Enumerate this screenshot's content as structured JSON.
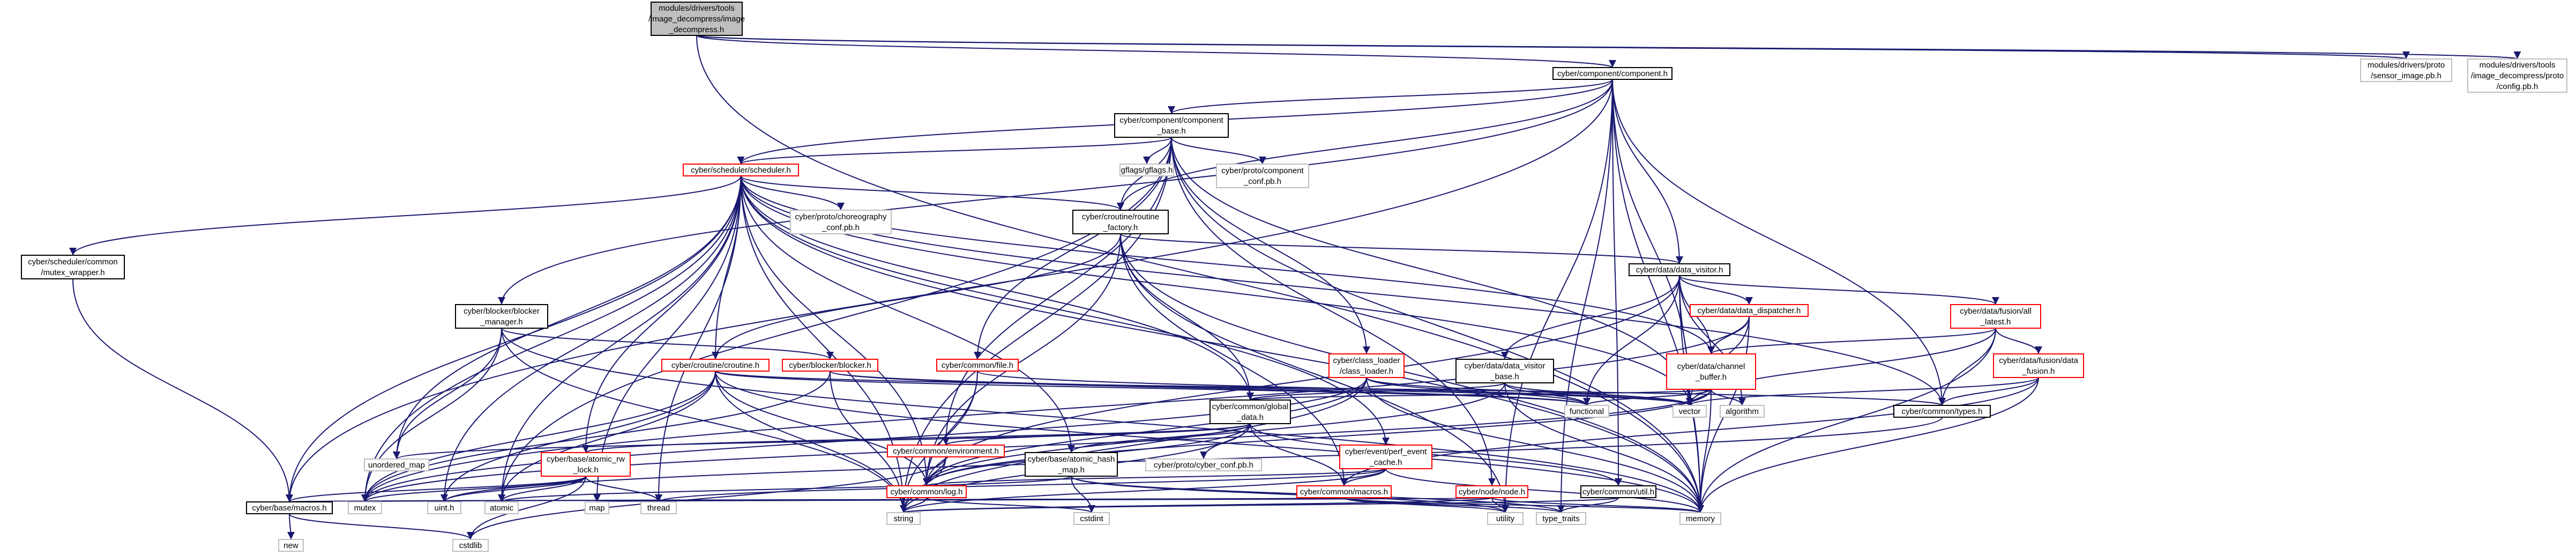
{
  "colors": {
    "edge": "#191970",
    "root_fill": "#bfbfbf",
    "root_stroke": "#000000",
    "normal_stroke": "#000000",
    "expandable_stroke": "#ff0000",
    "external_stroke": "#bfbfbf",
    "text": "#000000"
  },
  "nodes": [
    {
      "id": "root",
      "lines": [
        "modules/drivers/tools",
        "/image_decompress/image",
        "_decompress.h"
      ],
      "kind": "root"
    },
    {
      "id": "component",
      "lines": [
        "cyber/component/component.h"
      ],
      "kind": "normal"
    },
    {
      "id": "sensor_image",
      "lines": [
        "modules/drivers/proto",
        "/sensor_image.pb.h"
      ],
      "kind": "external"
    },
    {
      "id": "img_config",
      "lines": [
        "modules/drivers/tools",
        "/image_decompress/proto",
        "/config.pb.h"
      ],
      "kind": "external"
    },
    {
      "id": "component_base",
      "lines": [
        "cyber/component/component",
        "_base.h"
      ],
      "kind": "normal"
    },
    {
      "id": "gflags",
      "lines": [
        "gflags/gflags.h"
      ],
      "kind": "external"
    },
    {
      "id": "component_conf",
      "lines": [
        "cyber/proto/component",
        "_conf.pb.h"
      ],
      "kind": "external"
    },
    {
      "id": "scheduler",
      "lines": [
        "cyber/scheduler/scheduler.h"
      ],
      "kind": "expandable"
    },
    {
      "id": "choreography",
      "lines": [
        "cyber/proto/choreography",
        "_conf.pb.h"
      ],
      "kind": "external"
    },
    {
      "id": "routine_factory",
      "lines": [
        "cyber/croutine/routine",
        "_factory.h"
      ],
      "kind": "normal"
    },
    {
      "id": "mutex_wrapper",
      "lines": [
        "cyber/scheduler/common",
        "/mutex_wrapper.h"
      ],
      "kind": "normal"
    },
    {
      "id": "blocker_manager",
      "lines": [
        "cyber/blocker/blocker",
        "_manager.h"
      ],
      "kind": "normal"
    },
    {
      "id": "data_visitor",
      "lines": [
        "cyber/data/data_visitor.h"
      ],
      "kind": "normal"
    },
    {
      "id": "data_dispatcher",
      "lines": [
        "cyber/data/data_dispatcher.h"
      ],
      "kind": "expandable"
    },
    {
      "id": "fusion_all_latest",
      "lines": [
        "cyber/data/fusion/all",
        "_latest.h"
      ],
      "kind": "expandable"
    },
    {
      "id": "croutine",
      "lines": [
        "cyber/croutine/croutine.h"
      ],
      "kind": "expandable"
    },
    {
      "id": "blocker",
      "lines": [
        "cyber/blocker/blocker.h"
      ],
      "kind": "expandable"
    },
    {
      "id": "file",
      "lines": [
        "cyber/common/file.h"
      ],
      "kind": "expandable"
    },
    {
      "id": "class_loader",
      "lines": [
        "cyber/class_loader",
        "/class_loader.h"
      ],
      "kind": "expandable"
    },
    {
      "id": "data_visitor_base",
      "lines": [
        "cyber/data/data_visitor",
        "_base.h"
      ],
      "kind": "normal"
    },
    {
      "id": "channel_buffer",
      "lines": [
        "cyber/data/channel",
        "_buffer.h"
      ],
      "kind": "expandable"
    },
    {
      "id": "data_fusion",
      "lines": [
        "cyber/data/fusion/data",
        "_fusion.h"
      ],
      "kind": "expandable"
    },
    {
      "id": "global_data",
      "lines": [
        "cyber/common/global",
        "_data.h"
      ],
      "kind": "normal"
    },
    {
      "id": "functional",
      "lines": [
        "functional"
      ],
      "kind": "external"
    },
    {
      "id": "vector",
      "lines": [
        "vector"
      ],
      "kind": "external"
    },
    {
      "id": "algorithm",
      "lines": [
        "algorithm"
      ],
      "kind": "external"
    },
    {
      "id": "types",
      "lines": [
        "cyber/common/types.h"
      ],
      "kind": "normal"
    },
    {
      "id": "environment",
      "lines": [
        "cyber/common/environment.h"
      ],
      "kind": "expandable"
    },
    {
      "id": "perf_event",
      "lines": [
        "cyber/event/perf_event",
        "_cache.h"
      ],
      "kind": "expandable"
    },
    {
      "id": "unordered_map",
      "lines": [
        "unordered_map"
      ],
      "kind": "external"
    },
    {
      "id": "atomic_rw_lock",
      "lines": [
        "cyber/base/atomic_rw",
        "_lock.h"
      ],
      "kind": "expandable"
    },
    {
      "id": "atomic_hash_map",
      "lines": [
        "cyber/base/atomic_hash",
        "_map.h"
      ],
      "kind": "normal"
    },
    {
      "id": "cyber_conf",
      "lines": [
        "cyber/proto/cyber_conf.pb.h"
      ],
      "kind": "external"
    },
    {
      "id": "log",
      "lines": [
        "cyber/common/log.h"
      ],
      "kind": "expandable"
    },
    {
      "id": "node",
      "lines": [
        "cyber/node/node.h"
      ],
      "kind": "expandable"
    },
    {
      "id": "util",
      "lines": [
        "cyber/common/util.h"
      ],
      "kind": "normal"
    },
    {
      "id": "common_macros",
      "lines": [
        "cyber/common/macros.h"
      ],
      "kind": "expandable"
    },
    {
      "id": "mutex",
      "lines": [
        "mutex"
      ],
      "kind": "external"
    },
    {
      "id": "uint_h",
      "lines": [
        "uint.h"
      ],
      "kind": "external"
    },
    {
      "id": "atomic",
      "lines": [
        "atomic"
      ],
      "kind": "external"
    },
    {
      "id": "map",
      "lines": [
        "map"
      ],
      "kind": "external"
    },
    {
      "id": "thread",
      "lines": [
        "thread"
      ],
      "kind": "external"
    },
    {
      "id": "string",
      "lines": [
        "string"
      ],
      "kind": "external"
    },
    {
      "id": "cstdint",
      "lines": [
        "cstdint"
      ],
      "kind": "external"
    },
    {
      "id": "utility",
      "lines": [
        "utility"
      ],
      "kind": "external"
    },
    {
      "id": "type_traits",
      "lines": [
        "type_traits"
      ],
      "kind": "external"
    },
    {
      "id": "memory",
      "lines": [
        "memory"
      ],
      "kind": "external"
    },
    {
      "id": "base_macros",
      "lines": [
        "cyber/base/macros.h"
      ],
      "kind": "normal"
    },
    {
      "id": "new",
      "lines": [
        "new"
      ],
      "kind": "external"
    },
    {
      "id": "cstdlib",
      "lines": [
        "cstdlib"
      ],
      "kind": "external"
    }
  ],
  "edges": [
    [
      "root",
      "component"
    ],
    [
      "root",
      "sensor_image"
    ],
    [
      "root",
      "img_config"
    ],
    [
      "root",
      "memory"
    ],
    [
      "component",
      "component_base"
    ],
    [
      "component",
      "scheduler"
    ],
    [
      "component",
      "routine_factory"
    ],
    [
      "component",
      "blocker_manager"
    ],
    [
      "component",
      "data_visitor"
    ],
    [
      "component",
      "types"
    ],
    [
      "component",
      "util"
    ],
    [
      "component",
      "vector"
    ],
    [
      "component",
      "memory"
    ],
    [
      "component",
      "type_traits"
    ],
    [
      "component",
      "base_macros"
    ],
    [
      "component",
      "utility"
    ],
    [
      "component_base",
      "gflags"
    ],
    [
      "component_base",
      "component_conf"
    ],
    [
      "component_base",
      "scheduler"
    ],
    [
      "component_base",
      "routine_factory"
    ],
    [
      "component_base",
      "file"
    ],
    [
      "component_base",
      "class_loader"
    ],
    [
      "component_base",
      "environment"
    ],
    [
      "component_base",
      "node"
    ],
    [
      "component_base",
      "vector"
    ],
    [
      "component_base",
      "memory"
    ],
    [
      "component_base",
      "string"
    ],
    [
      "component_base",
      "atomic"
    ],
    [
      "scheduler",
      "choreography"
    ],
    [
      "scheduler",
      "routine_factory"
    ],
    [
      "scheduler",
      "mutex_wrapper"
    ],
    [
      "scheduler",
      "croutine"
    ],
    [
      "scheduler",
      "global_data"
    ],
    [
      "scheduler",
      "atomic_hash_map"
    ],
    [
      "scheduler",
      "atomic_rw_lock"
    ],
    [
      "scheduler",
      "perf_event"
    ],
    [
      "scheduler",
      "log"
    ],
    [
      "scheduler",
      "types"
    ],
    [
      "scheduler",
      "channel_buffer"
    ],
    [
      "scheduler",
      "unordered_map"
    ],
    [
      "scheduler",
      "mutex"
    ],
    [
      "scheduler",
      "uint_h"
    ],
    [
      "scheduler",
      "atomic"
    ],
    [
      "scheduler",
      "map"
    ],
    [
      "scheduler",
      "thread"
    ],
    [
      "scheduler",
      "string"
    ],
    [
      "scheduler",
      "vector"
    ],
    [
      "scheduler",
      "memory"
    ],
    [
      "scheduler",
      "base_macros"
    ],
    [
      "routine_factory",
      "croutine"
    ],
    [
      "routine_factory",
      "data_visitor"
    ],
    [
      "routine_factory",
      "global_data"
    ],
    [
      "routine_factory",
      "log"
    ],
    [
      "routine_factory",
      "common_macros"
    ],
    [
      "routine_factory",
      "event_cache_dummy"
    ],
    [
      "routine_factory",
      "utility"
    ],
    [
      "routine_factory",
      "memory"
    ],
    [
      "mutex_wrapper",
      "base_macros"
    ],
    [
      "blocker_manager",
      "blocker"
    ],
    [
      "blocker_manager",
      "unordered_map"
    ],
    [
      "blocker_manager",
      "mutex"
    ],
    [
      "blocker_manager",
      "string"
    ],
    [
      "blocker_manager",
      "memory"
    ],
    [
      "data_visitor",
      "data_dispatcher"
    ],
    [
      "data_visitor",
      "fusion_all_latest"
    ],
    [
      "data_visitor",
      "data_visitor_base"
    ],
    [
      "data_visitor",
      "channel_buffer"
    ],
    [
      "data_visitor",
      "log"
    ],
    [
      "data_visitor",
      "vector"
    ],
    [
      "data_visitor",
      "algorithm"
    ],
    [
      "data_visitor",
      "functional"
    ],
    [
      "data_visitor",
      "memory"
    ],
    [
      "data_dispatcher",
      "channel_buffer"
    ],
    [
      "data_dispatcher",
      "vector"
    ],
    [
      "data_dispatcher",
      "memory"
    ],
    [
      "data_dispatcher",
      "mutex"
    ],
    [
      "fusion_all_latest",
      "data_fusion"
    ],
    [
      "fusion_all_latest",
      "channel_buffer"
    ],
    [
      "fusion_all_latest",
      "types"
    ],
    [
      "fusion_all_latest",
      "vector"
    ],
    [
      "fusion_all_latest",
      "memory"
    ],
    [
      "croutine",
      "log"
    ],
    [
      "croutine",
      "types"
    ],
    [
      "croutine",
      "atomic"
    ],
    [
      "croutine",
      "uint_h"
    ],
    [
      "croutine",
      "mutex"
    ],
    [
      "croutine",
      "functional"
    ],
    [
      "croutine",
      "string"
    ],
    [
      "croutine",
      "memory"
    ],
    [
      "blocker",
      "functional"
    ],
    [
      "blocker",
      "list_dummy"
    ],
    [
      "blocker",
      "mutex"
    ],
    [
      "blocker",
      "string"
    ],
    [
      "blocker",
      "vector"
    ],
    [
      "file",
      "log"
    ],
    [
      "file",
      "string"
    ],
    [
      "file",
      "vector"
    ],
    [
      "class_loader",
      "log"
    ],
    [
      "class_loader",
      "functional"
    ],
    [
      "class_loader",
      "vector"
    ],
    [
      "class_loader",
      "memory"
    ],
    [
      "class_loader",
      "string"
    ],
    [
      "class_loader",
      "mutex"
    ],
    [
      "data_visitor_base",
      "global_data"
    ],
    [
      "data_visitor_base",
      "log"
    ],
    [
      "data_visitor_base",
      "functional"
    ],
    [
      "data_visitor_base",
      "vector"
    ],
    [
      "data_visitor_base",
      "memory"
    ],
    [
      "channel_buffer",
      "global_data"
    ],
    [
      "channel_buffer",
      "log"
    ],
    [
      "channel_buffer",
      "functional"
    ],
    [
      "channel_buffer",
      "vector"
    ],
    [
      "channel_buffer",
      "algorithm"
    ],
    [
      "channel_buffer",
      "memory"
    ],
    [
      "channel_buffer",
      "mutex"
    ],
    [
      "data_fusion",
      "types"
    ],
    [
      "data_fusion",
      "vector"
    ],
    [
      "data_fusion",
      "memory"
    ],
    [
      "data_fusion",
      "common_macros"
    ],
    [
      "global_data",
      "unordered_map"
    ],
    [
      "global_data",
      "atomic_hash_map"
    ],
    [
      "global_data",
      "atomic_rw_lock"
    ],
    [
      "global_data",
      "cyber_conf"
    ],
    [
      "global_data",
      "log"
    ],
    [
      "global_data",
      "util"
    ],
    [
      "global_data",
      "common_macros"
    ],
    [
      "global_data",
      "environment"
    ],
    [
      "global_data",
      "string"
    ],
    [
      "types",
      "uint_h"
    ],
    [
      "environment",
      "log"
    ],
    [
      "environment",
      "string"
    ],
    [
      "environment",
      "cstdlib"
    ],
    [
      "perf_event",
      "common_macros"
    ],
    [
      "perf_event",
      "log"
    ],
    [
      "perf_event",
      "string"
    ],
    [
      "perf_event",
      "memory"
    ],
    [
      "perf_event",
      "thread"
    ],
    [
      "atomic_rw_lock",
      "mutex"
    ],
    [
      "atomic_rw_lock",
      "uint_h"
    ],
    [
      "atomic_rw_lock",
      "atomic"
    ],
    [
      "atomic_rw_lock",
      "thread"
    ],
    [
      "atomic_rw_lock",
      "cstdlib"
    ],
    [
      "atomic_rw_lock",
      "base_macros"
    ],
    [
      "atomic_hash_map",
      "cstdint"
    ],
    [
      "atomic_hash_map",
      "type_traits"
    ],
    [
      "atomic_hash_map",
      "utility"
    ],
    [
      "atomic_hash_map",
      "atomic"
    ],
    [
      "log",
      "string"
    ],
    [
      "log",
      "cstdint"
    ],
    [
      "node",
      "string"
    ],
    [
      "node",
      "memory"
    ],
    [
      "node",
      "utility"
    ],
    [
      "node",
      "map"
    ],
    [
      "util",
      "string"
    ],
    [
      "util",
      "type_traits"
    ],
    [
      "common_macros",
      "mutex"
    ],
    [
      "common_macros",
      "type_traits"
    ],
    [
      "common_macros",
      "memory"
    ],
    [
      "common_macros",
      "utility"
    ],
    [
      "common_macros",
      "base_macros"
    ],
    [
      "base_macros",
      "new"
    ],
    [
      "base_macros",
      "cstdlib"
    ]
  ]
}
